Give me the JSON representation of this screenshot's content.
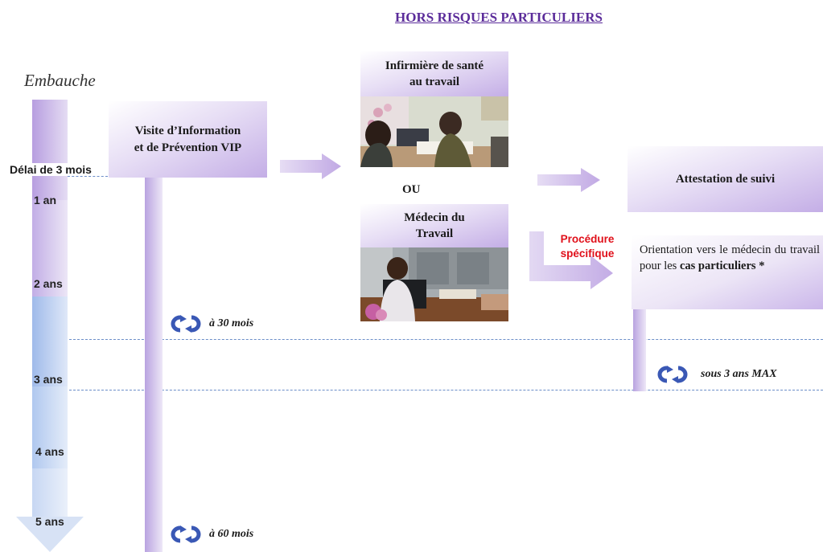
{
  "header": {
    "title": "HORS RISQUES PARTICULIERS"
  },
  "timeline": {
    "start_label": "Embauche",
    "delay_label": "Délai de 3 mois",
    "years": [
      "1 an",
      "2 ans",
      "3 ans",
      "4 ans",
      "5 ans"
    ]
  },
  "vip_box": {
    "line1": "Visite d’Information",
    "line2": "et de Prévention VIP"
  },
  "nurse": {
    "line1": "Infirmière de santé",
    "line2": "au travail"
  },
  "or_label": "OU",
  "doctor": {
    "line1": "Médecin du",
    "line2": "Travail"
  },
  "attestation": {
    "label": "Attestation de suivi"
  },
  "procedure": {
    "line1": "Procédure",
    "line2": "spécifique"
  },
  "orientation": {
    "text_start": "Orientation vers le médecin du travail pour les ",
    "text_bold": "cas particuliers *"
  },
  "cycles": {
    "c30": "à 30 mois",
    "c60": "à 60 mois",
    "c3": "sous 3 ans MAX"
  },
  "colors": {
    "accent_purple": "#5b2c9a",
    "procedure_red": "#e0101a",
    "cycle_icon": "#3a58b5"
  }
}
